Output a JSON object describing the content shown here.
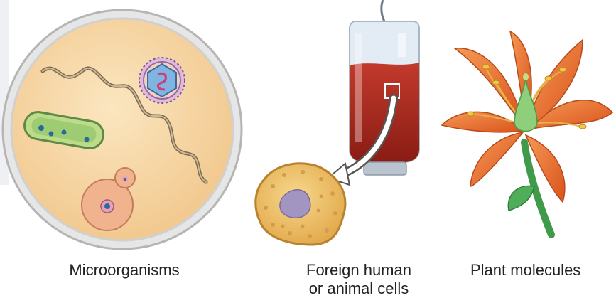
{
  "captions": {
    "microorganisms": "Microorganisms",
    "foreign_cells_line1": "Foreign human",
    "foreign_cells_line2": "or animal cells",
    "plant_molecules": "Plant molecules"
  },
  "colors": {
    "dish_fill": "#f6d9a8",
    "dish_rim": "#c9c9c9",
    "blood": "#a3241c",
    "cell_fill": "#f1c56a",
    "nucleus": "#a08bb8",
    "petal": "#e8732e",
    "stem": "#3f9a4a",
    "bacillus": "#8cc26b",
    "virus": "#d89ec4"
  }
}
